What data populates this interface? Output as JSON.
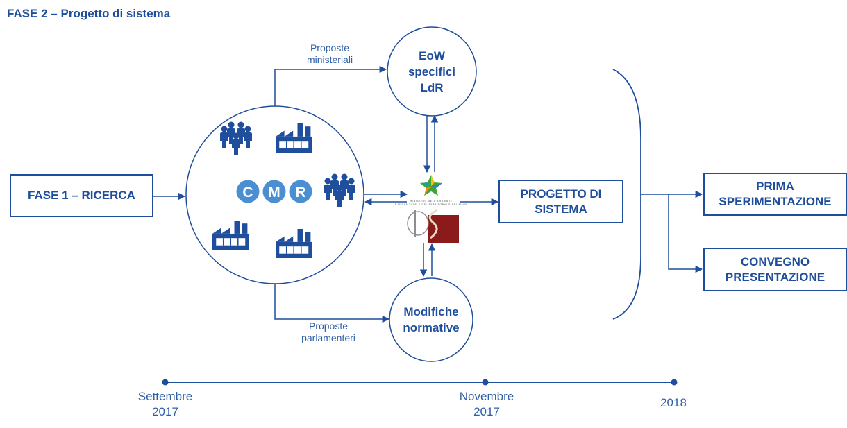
{
  "title": "FASE 2 – Progetto di sistema",
  "nodes": {
    "fase1": "FASE 1 – RICERCA",
    "eow": [
      "EoW",
      "specifici",
      "LdR"
    ],
    "modifiche": [
      "Modifiche",
      "normative"
    ],
    "progetto": [
      "PROGETTO DI",
      "SISTEMA"
    ],
    "prima": [
      "PRIMA",
      "SPERIMENTAZIONE"
    ],
    "convegno": [
      "CONVEGNO",
      "PRESENTAZIONE"
    ]
  },
  "edge_labels": {
    "ministeriali": [
      "Proposte",
      "ministeriali"
    ],
    "parlamenteri": [
      "Proposte",
      "parlamenteri"
    ]
  },
  "cmr_logo": [
    "C",
    "M",
    "R"
  ],
  "ministry_logo_text": [
    "MINISTERO DELL'AMBIENTE",
    "E DELLA TUTELA DEL TERRITORIO E DEL MARE"
  ],
  "timeline": [
    {
      "line1": "Settembre",
      "line2": "2017"
    },
    {
      "line1": "Novembre",
      "line2": "2017"
    },
    {
      "line1": "2018",
      "line2": ""
    }
  ],
  "colors": {
    "primary": "#1f4e9c",
    "cmr_blue": "#4a8fd1",
    "ministry_green": "#3fa535",
    "senate_red": "#8b1a1a"
  },
  "icons": [
    "people-group-icon",
    "factory-icon",
    "ministry-star-logo",
    "senate-logo",
    "cmr-logo"
  ]
}
